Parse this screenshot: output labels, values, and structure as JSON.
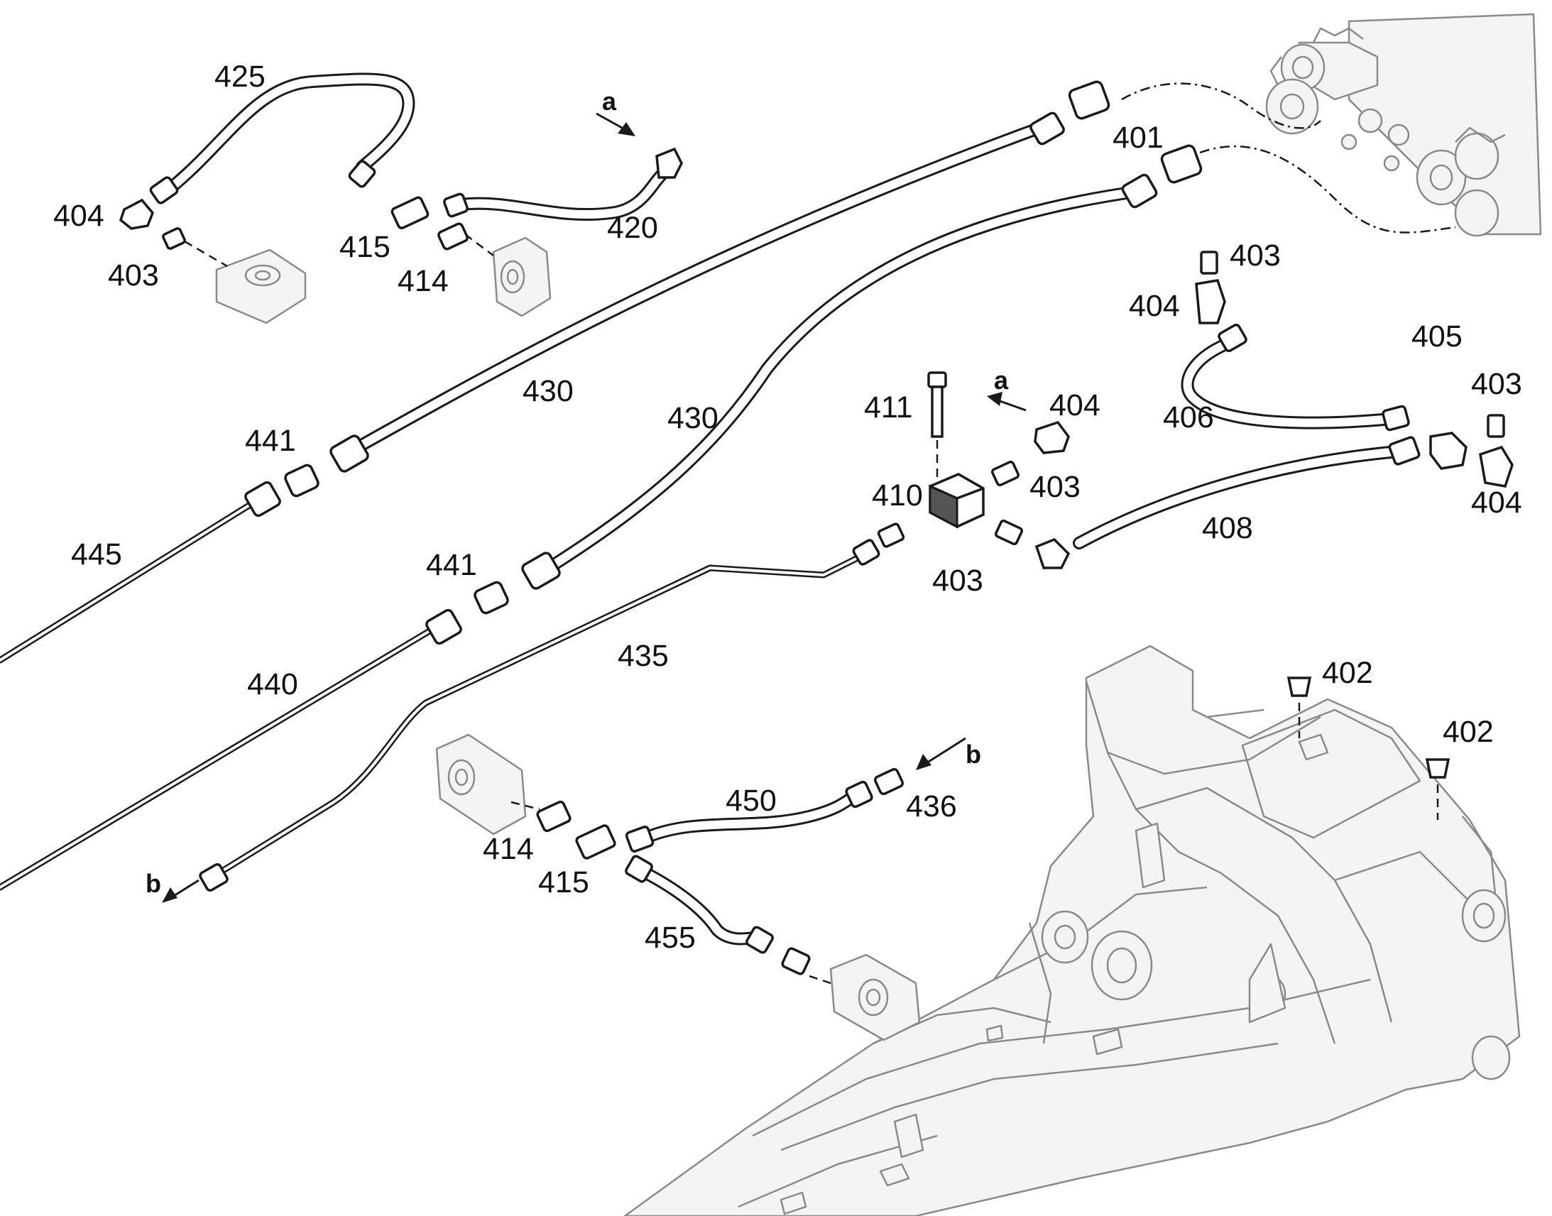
{
  "callouts": {
    "c425": "425",
    "c404a": "404",
    "c403a": "403",
    "c415a": "415",
    "c414a": "414",
    "c420": "420",
    "c401": "401",
    "c403b": "403",
    "c404b": "404",
    "c405": "405",
    "c403c": "403",
    "c406": "406",
    "c404c": "404",
    "c430a": "430",
    "c430b": "430",
    "c441a": "441",
    "c441b": "441",
    "c411": "411",
    "c404d": "404",
    "c410": "410",
    "c403d": "403",
    "c408": "408",
    "c403e": "403",
    "c445": "445",
    "c440": "440",
    "c435": "435",
    "c402a": "402",
    "c402b": "402",
    "c450": "450",
    "c436": "436",
    "c414b": "414",
    "c415b": "415",
    "c455": "455"
  },
  "connection_marks": {
    "a_top": "a",
    "a_mid": "a",
    "b_right": "b",
    "b_left": "b"
  }
}
